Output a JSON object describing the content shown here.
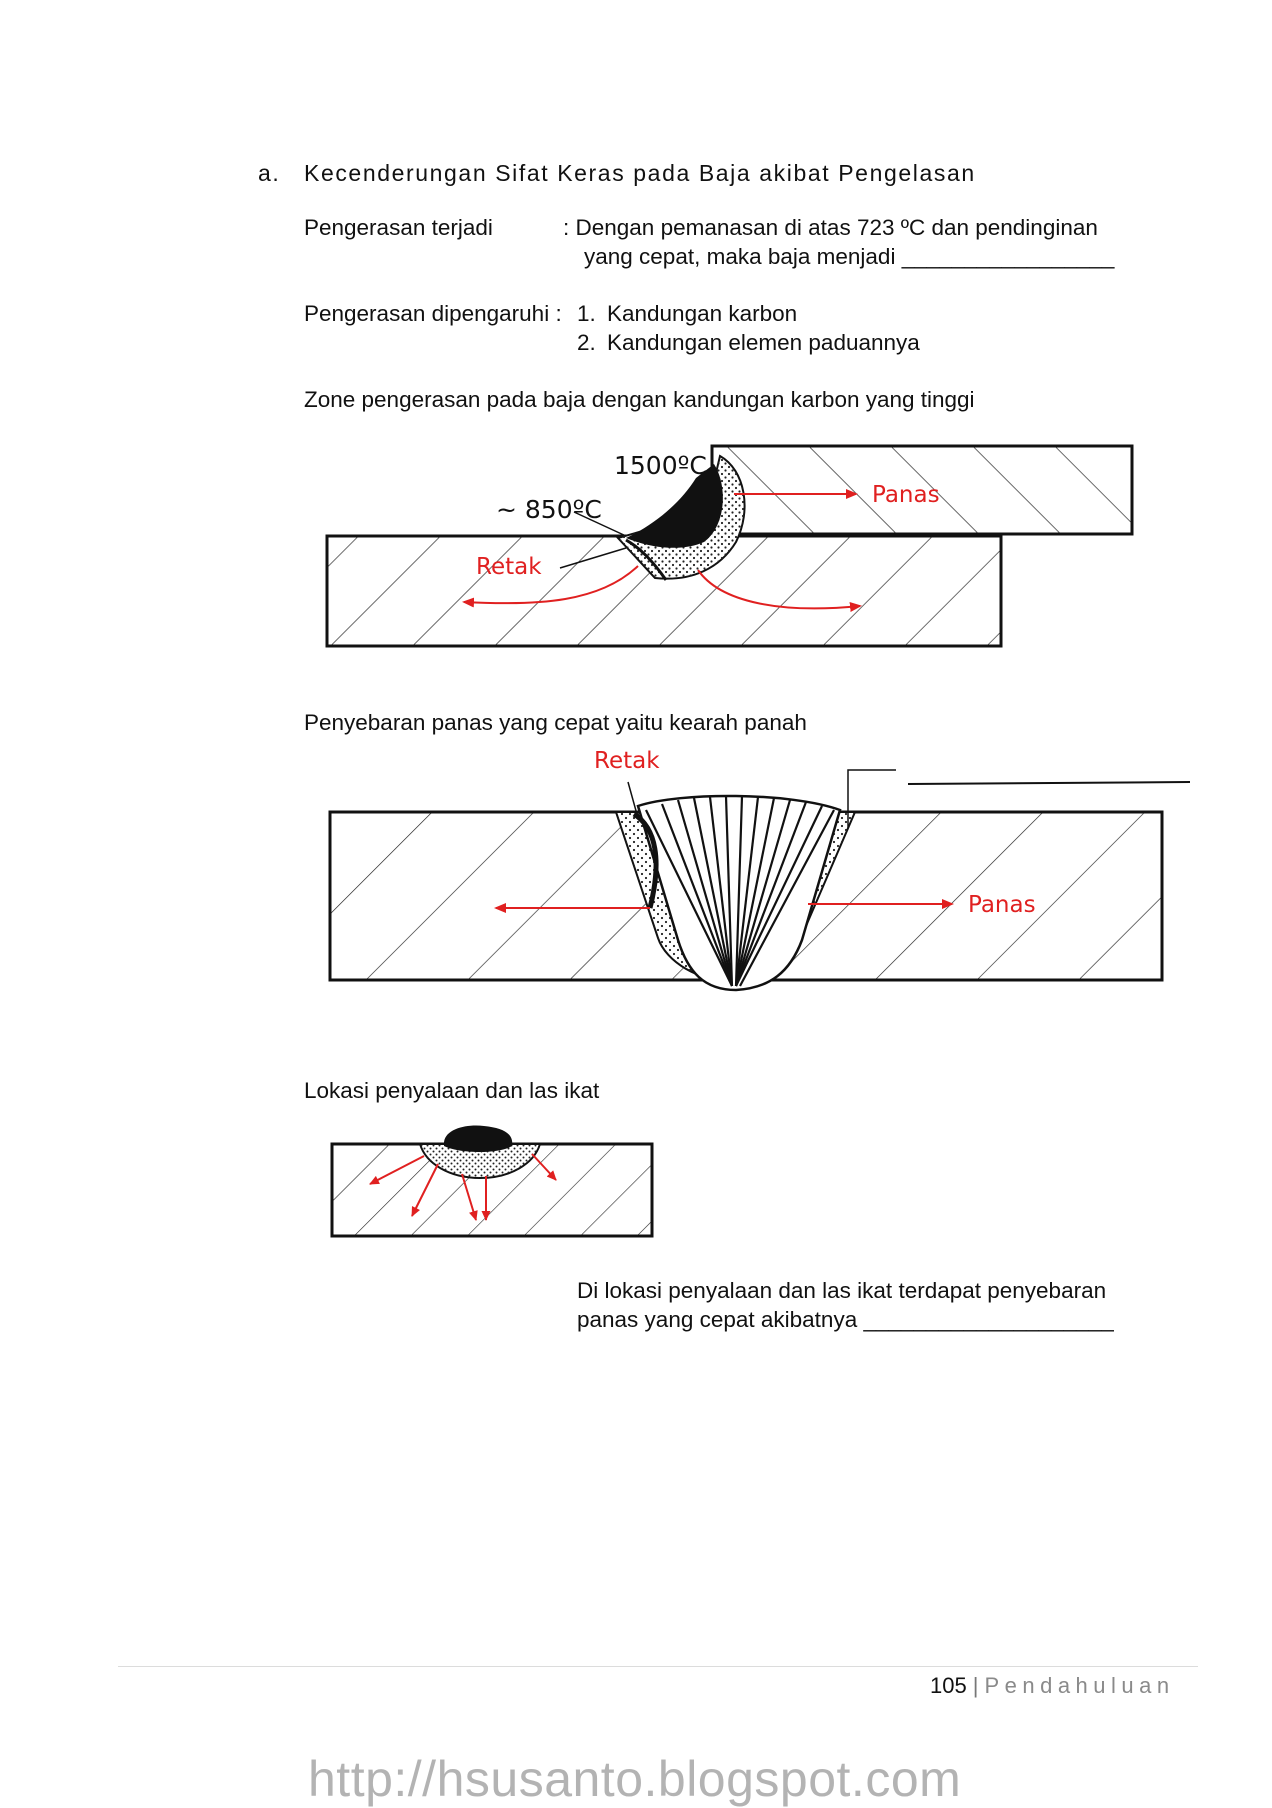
{
  "section": {
    "letter": "a.",
    "title": "Kecenderungan Sifat Keras pada Baja akibat Pengelasan"
  },
  "hardening": {
    "occurs_label": "Pengerasan terjadi",
    "occurs_line1": ": Dengan pemanasan di atas 723 ºC dan pendinginan",
    "occurs_line2": "yang cepat, maka baja menjadi _________________",
    "influenced_label": "Pengerasan dipengaruhi :",
    "factors": [
      {
        "num": "1.",
        "text": "Kandungan karbon"
      },
      {
        "num": "2.",
        "text": "Kandungan elemen paduannya"
      }
    ]
  },
  "zone_caption": "Zone pengerasan pada baja dengan kandungan karbon yang tinggi",
  "diagram1": {
    "temp_high": "1500ºC",
    "temp_low": "~ 850ºC",
    "heat_label": "Panas",
    "crack_label": "Retak"
  },
  "spread_caption": "Penyebaran panas yang cepat yaitu kearah panah",
  "diagram2": {
    "crack_label": "Retak",
    "heat_label": "Panas"
  },
  "tack_caption": "Lokasi penyalaan dan las ikat",
  "tack_note": {
    "line1": "Di lokasi penyalaan dan las ikat terdapat penyebaran",
    "line2": "panas yang cepat akibatnya ____________________"
  },
  "footer": {
    "page_number": "105",
    "separator": "|",
    "title": "Pendahuluan"
  },
  "watermark": "http://hsusanto.blogspot.com",
  "colors": {
    "accent_red": "#e02020",
    "ink": "#111111"
  }
}
